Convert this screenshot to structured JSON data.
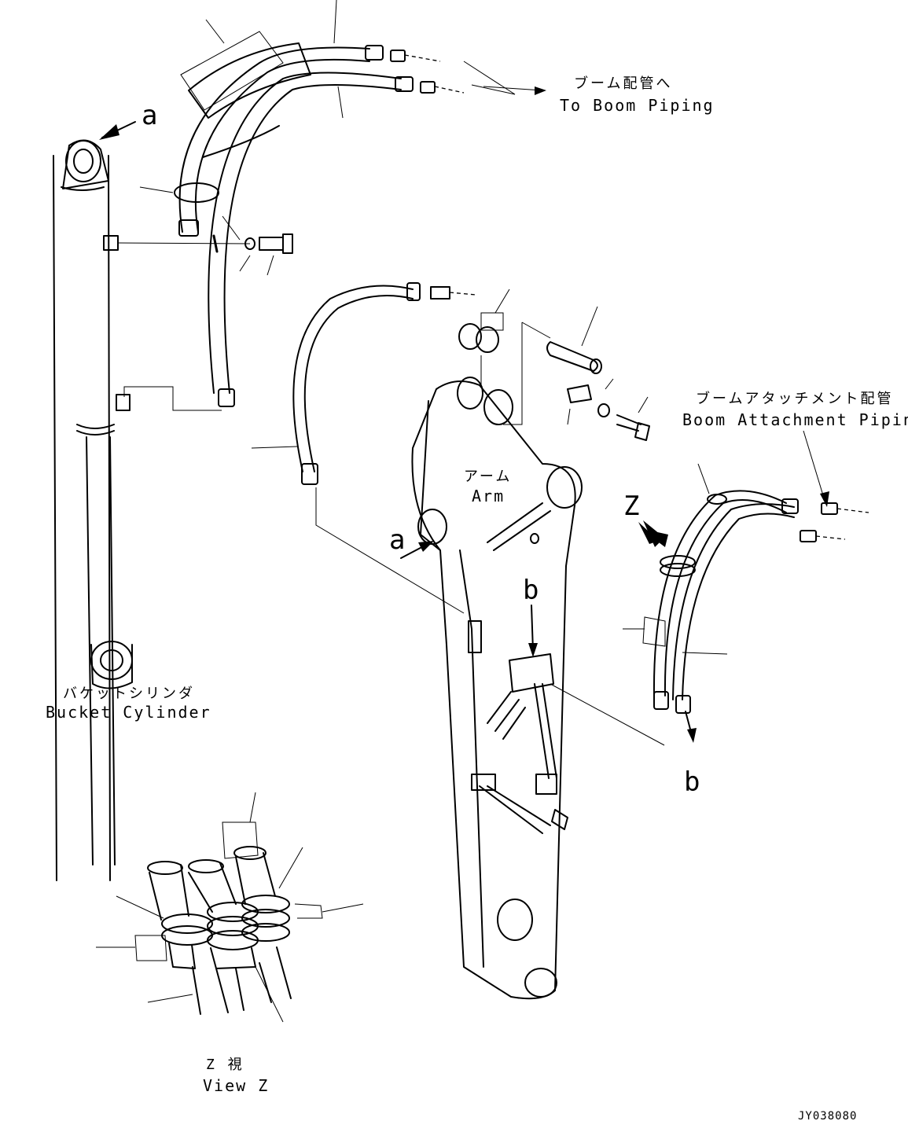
{
  "labels": {
    "to_boom_piping_jp": "ブーム配管へ",
    "to_boom_piping_en": "To Boom Piping",
    "boom_attachment_piping_jp": "ブームアタッチメント配管",
    "boom_attachment_piping_en": "Boom Attachment Piping",
    "arm_jp": "アーム",
    "arm_en": "Arm",
    "bucket_cylinder_jp": "バケットシリンダ",
    "bucket_cylinder_en": "Bucket Cylinder",
    "view_z_jp": "Z 視",
    "view_z_en": "View Z",
    "ref_a_top": "a",
    "ref_a_arm": "a",
    "ref_b_arm": "b",
    "ref_b_right": "b",
    "ref_z": "Z"
  },
  "drawing_code": "JY038080"
}
